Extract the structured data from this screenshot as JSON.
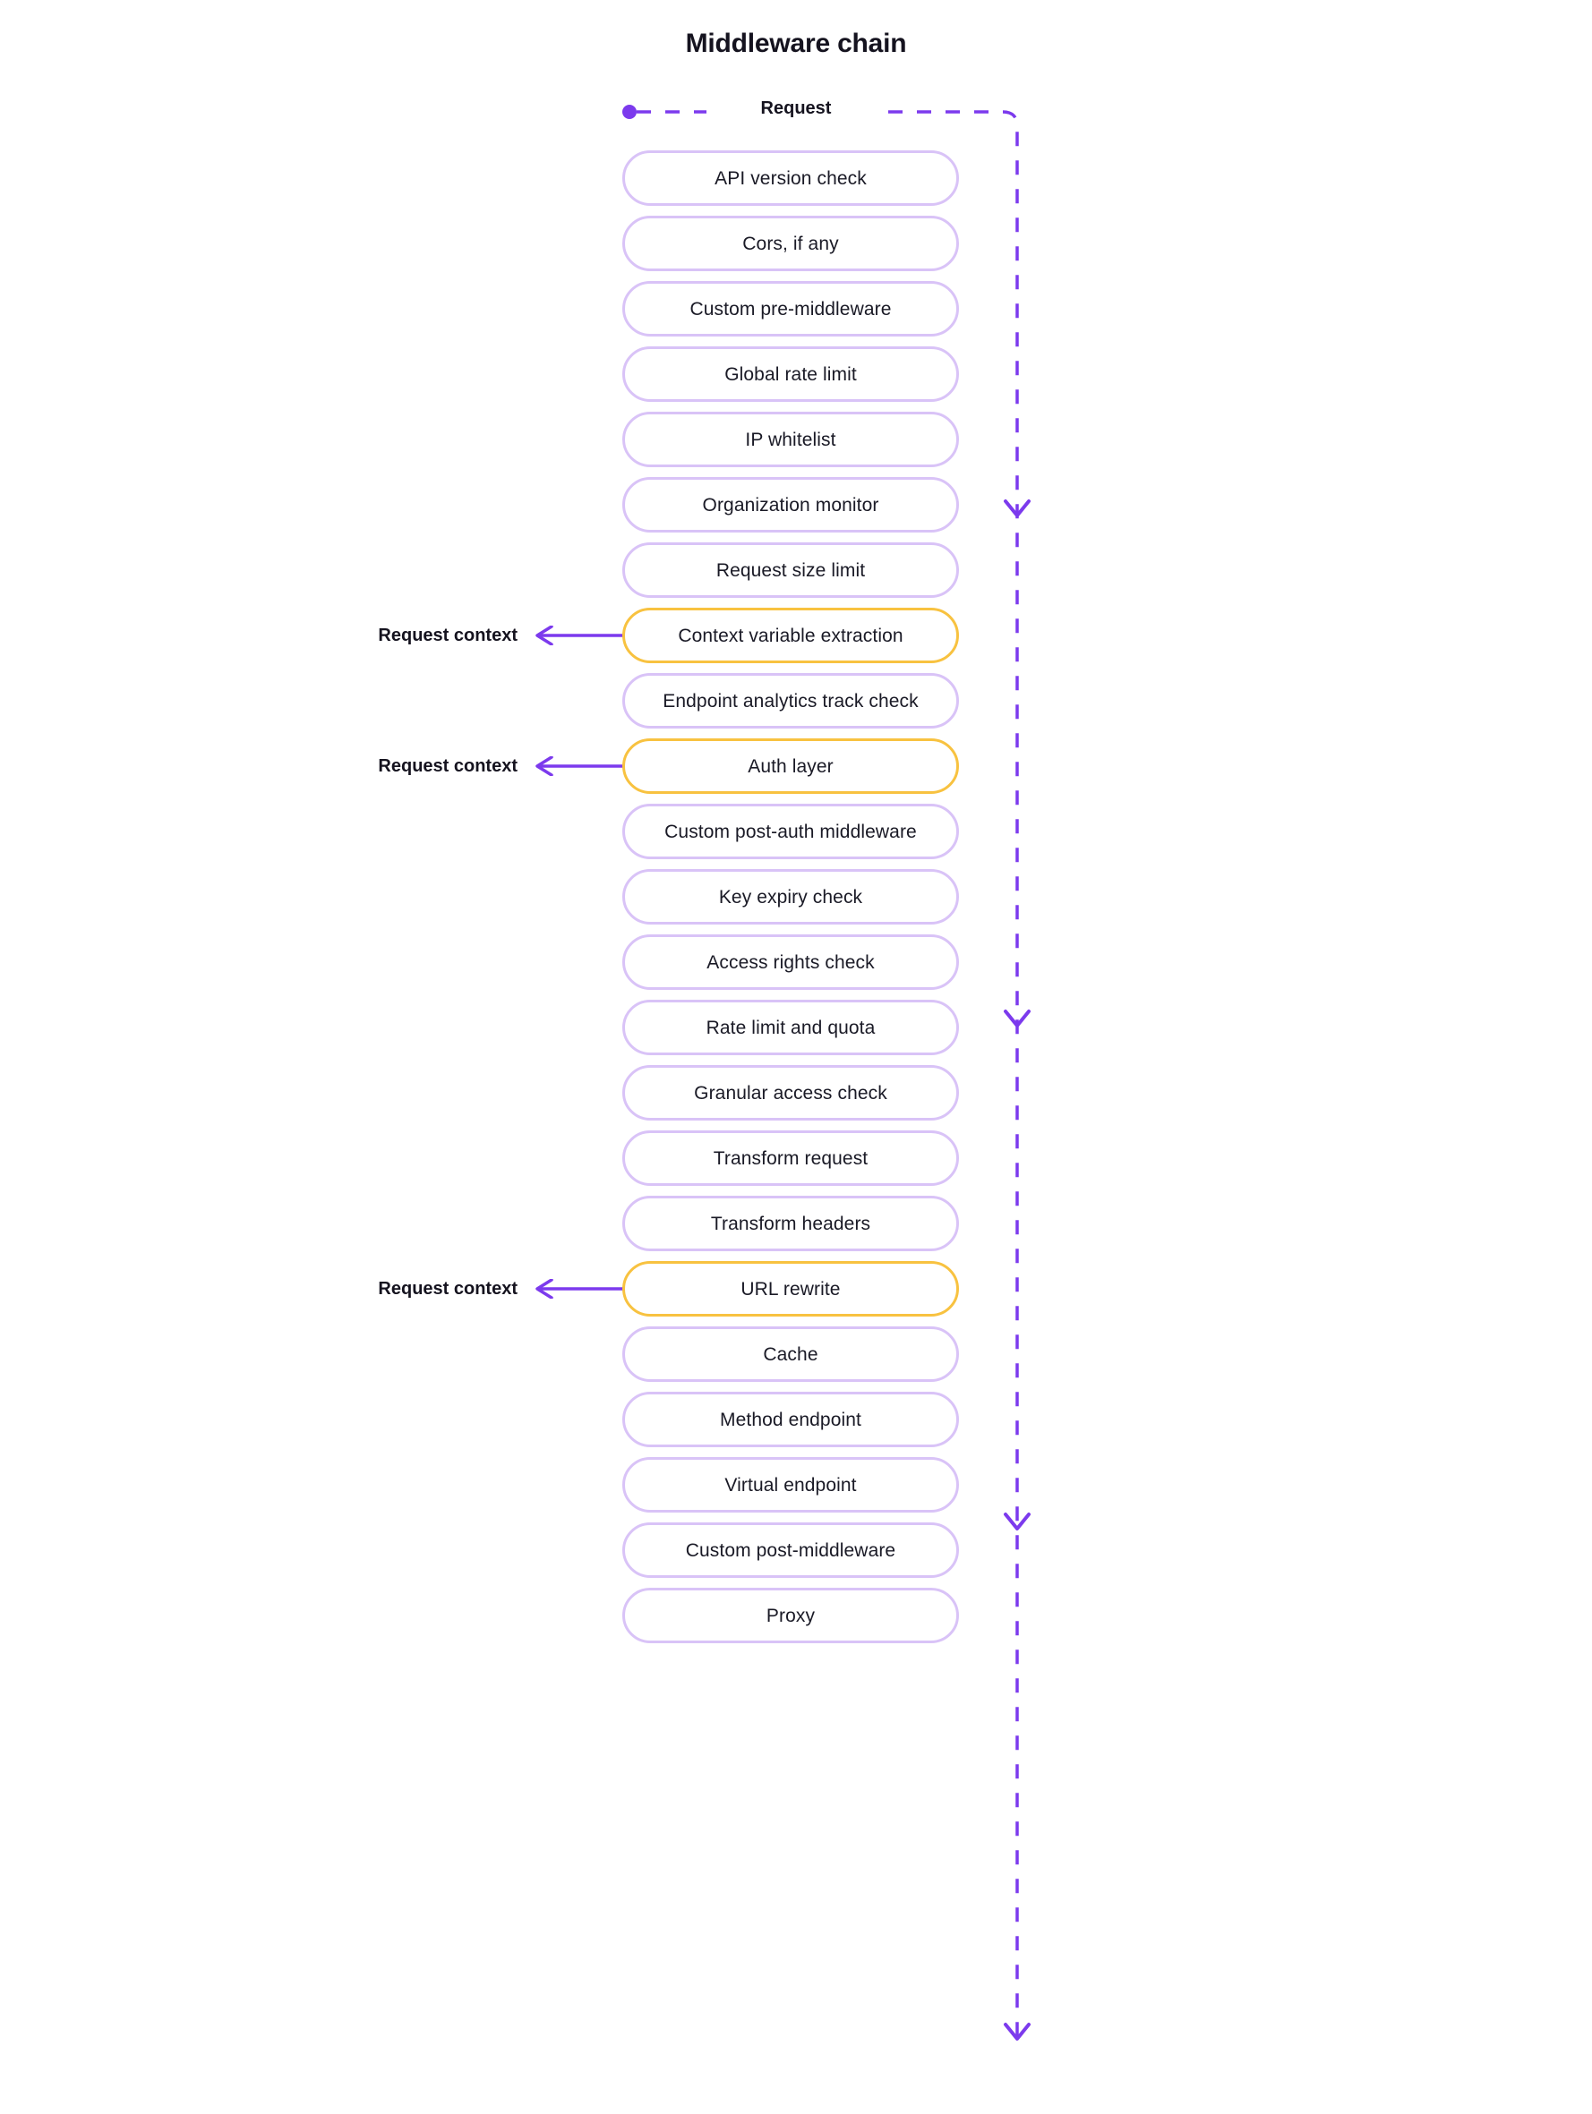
{
  "title": "Middleware chain",
  "colors": {
    "stage_border": "#d9c3f7",
    "stage_border_highlight": "#f8c240",
    "flow_line": "#7c3aed",
    "text": "#15131f",
    "background": "#ffffff"
  },
  "flow": {
    "request_label": "Request",
    "request_line_style": "dashed",
    "return_line_style": "dashed",
    "return_arrow_count": 4
  },
  "annotations": [
    {
      "label": "Request context",
      "target_stage": "Context variable extraction",
      "stage_index": 7
    },
    {
      "label": "Request context",
      "target_stage": "Auth layer",
      "stage_index": 9
    },
    {
      "label": "Request context",
      "target_stage": "URL rewrite",
      "stage_index": 17
    }
  ],
  "stages": [
    {
      "label": "API version check",
      "highlight": false
    },
    {
      "label": "Cors, if any",
      "highlight": false
    },
    {
      "label": "Custom pre-middleware",
      "highlight": false
    },
    {
      "label": "Global rate limit",
      "highlight": false
    },
    {
      "label": "IP whitelist",
      "highlight": false
    },
    {
      "label": "Organization monitor",
      "highlight": false
    },
    {
      "label": "Request size limit",
      "highlight": false
    },
    {
      "label": "Context variable extraction",
      "highlight": true
    },
    {
      "label": "Endpoint analytics track check",
      "highlight": false
    },
    {
      "label": "Auth layer",
      "highlight": true
    },
    {
      "label": "Custom post-auth middleware",
      "highlight": false
    },
    {
      "label": "Key expiry check",
      "highlight": false
    },
    {
      "label": "Access rights check",
      "highlight": false
    },
    {
      "label": "Rate limit and quota",
      "highlight": false
    },
    {
      "label": "Granular access check",
      "highlight": false
    },
    {
      "label": "Transform request",
      "highlight": false
    },
    {
      "label": "Transform headers",
      "highlight": false
    },
    {
      "label": "URL rewrite",
      "highlight": true
    },
    {
      "label": "Cache",
      "highlight": false
    },
    {
      "label": "Method endpoint",
      "highlight": false
    },
    {
      "label": "Virtual endpoint",
      "highlight": false
    },
    {
      "label": "Custom post-middleware",
      "highlight": false
    },
    {
      "label": "Proxy",
      "highlight": false
    }
  ]
}
